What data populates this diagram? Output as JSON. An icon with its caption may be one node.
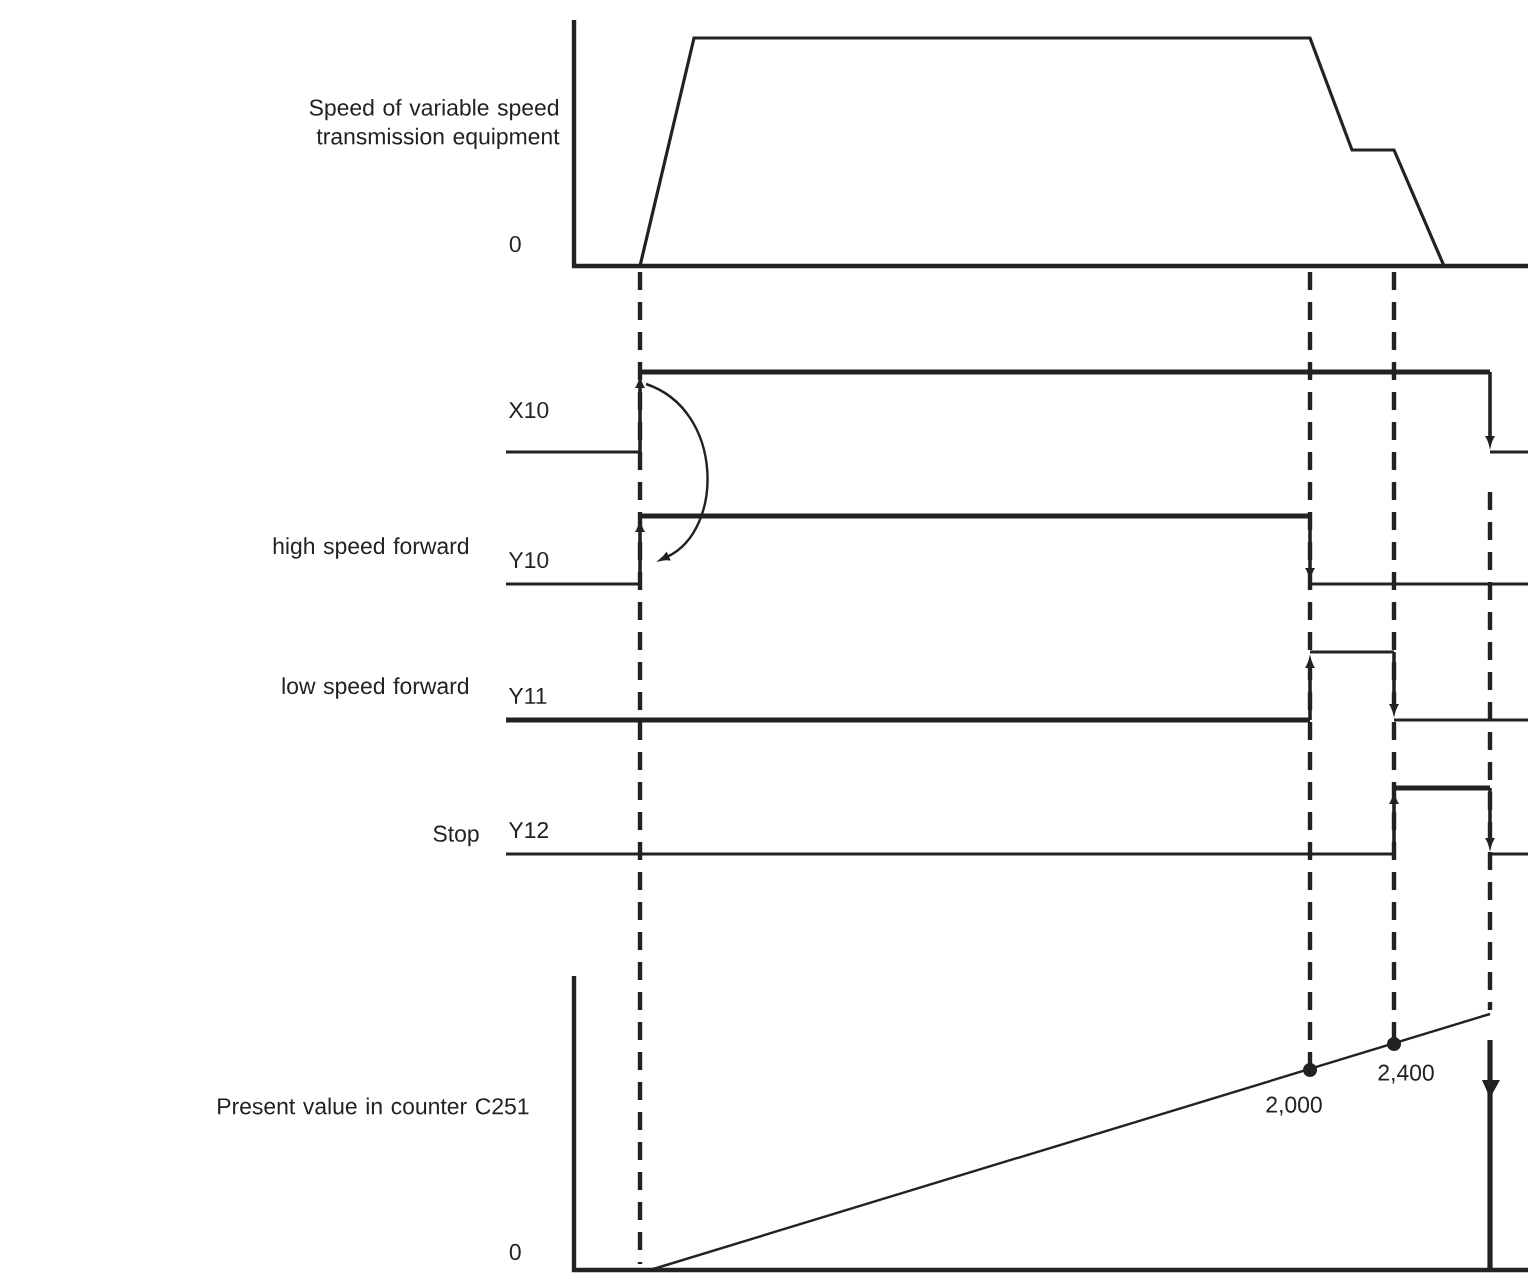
{
  "diagram": {
    "labels": [
      "Speed of variable speed transmission equipment",
      "0",
      "X10",
      "high speed forward",
      "Y10",
      "low speed forward",
      "Y11",
      "Stop",
      "Y12",
      "Present value in counter C251",
      "2,000",
      "2,400",
      "0"
    ]
  }
}
